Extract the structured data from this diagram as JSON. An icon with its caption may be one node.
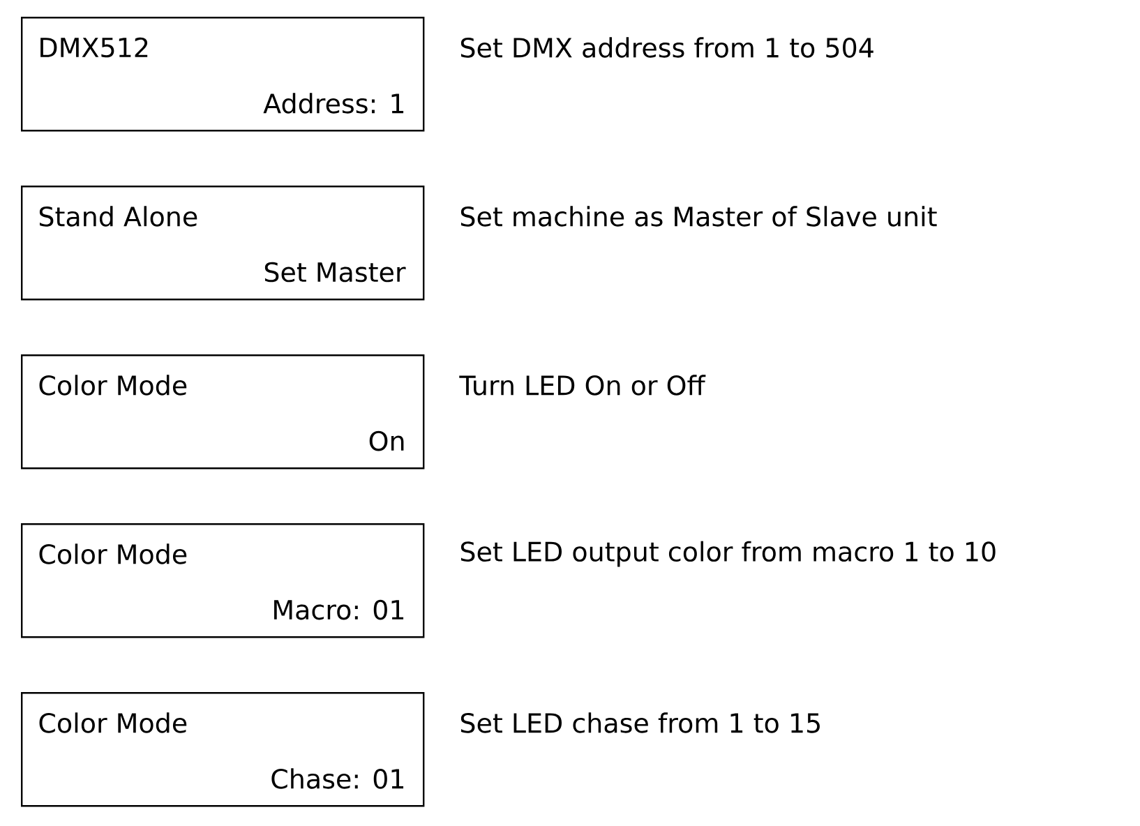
{
  "diagram": {
    "nodes": [
      {
        "text": [
          "DMX512",
          "Address: 1"
        ],
        "beside": [
          "Set DMX address from 1 to 504"
        ]
      },
      {
        "text": [
          "Stand Alone",
          "Set Master"
        ],
        "beside": [
          "Set machine as Master of Slave unit"
        ]
      },
      {
        "text": [
          "Color Mode",
          "On"
        ],
        "beside": [
          "Turn LED On or Off"
        ]
      },
      {
        "text": [
          "Color Mode",
          "Macro: 01"
        ],
        "beside": [
          "Set LED output color from macro 1 to 10"
        ]
      },
      {
        "text": [
          "Color Mode",
          "Chase: 01"
        ],
        "beside": [
          "Set LED chase from 1 to 15"
        ]
      }
    ]
  }
}
